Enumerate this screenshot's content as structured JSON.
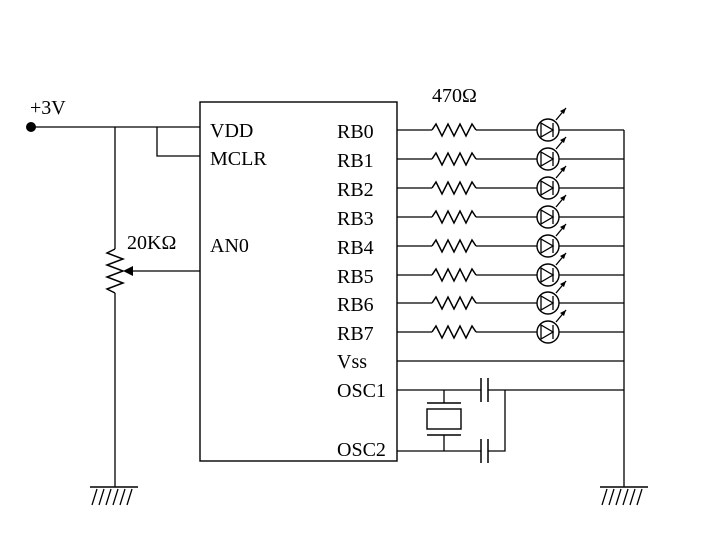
{
  "supply": {
    "label": "+3V"
  },
  "potentiometer": {
    "label": "20KΩ"
  },
  "resistors": {
    "label": "470Ω"
  },
  "mcu": {
    "left_pins": [
      "VDD",
      "MCLR",
      "AN0"
    ],
    "right_pins": [
      "RB0",
      "RB1",
      "RB2",
      "RB3",
      "RB4",
      "RB5",
      "RB6",
      "RB7",
      "Vss",
      "OSC1",
      "OSC2"
    ]
  },
  "led_count": 8,
  "icons": {
    "resistor": "resistor-icon",
    "led": "led-icon",
    "ground": "ground-icon",
    "crystal": "crystal-icon",
    "capacitor": "capacitor-icon",
    "potentiometer": "potentiometer-icon"
  }
}
